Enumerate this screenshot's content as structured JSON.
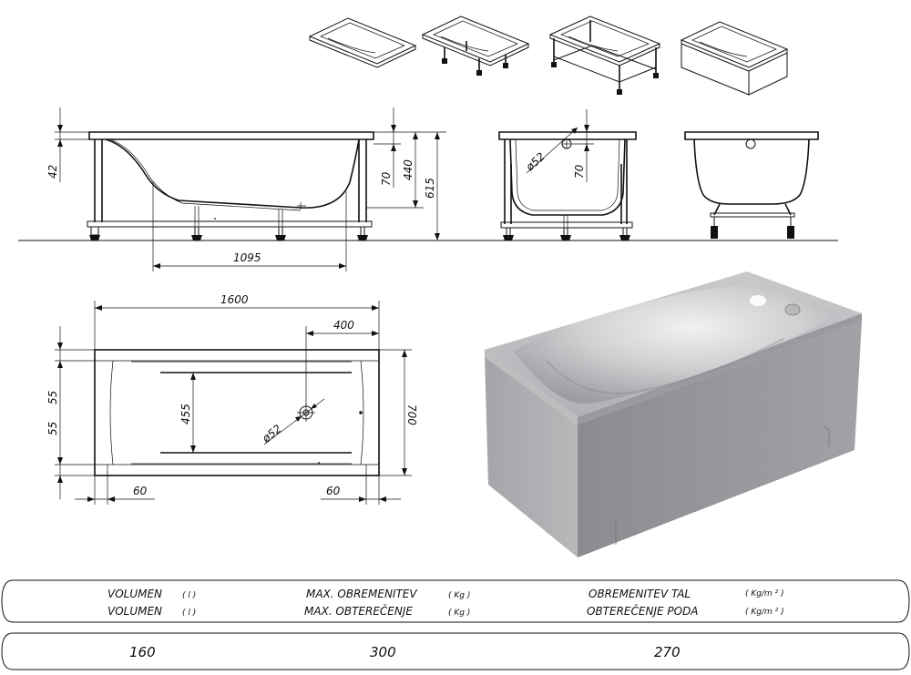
{
  "dimensions": {
    "length_total": "1600",
    "inner_length": "1095",
    "rim_height": "42",
    "overflow_height_side": "70",
    "depth": "440",
    "total_height": "615",
    "drain_diameter_end": "ø52",
    "overflow_height_end": "70",
    "drain_offset": "400",
    "inner_width": "455",
    "rim_side_top": "55",
    "rim_side_bottom": "55",
    "total_width": "700",
    "drain_diameter_plan": "ø52",
    "rim_end_left": "60",
    "rim_end_right": "60"
  },
  "specs_table": {
    "headers": [
      {
        "line1": "VOLUMEN",
        "line2": "VOLUMEN",
        "unit1": "( l )",
        "unit2": "( l )"
      },
      {
        "line1": "MAX. OBREMENITEV",
        "line2": "MAX. OBTEREČENJE",
        "unit1": "( Kg )",
        "unit2": "( Kg )"
      },
      {
        "line1": "OBREMENITEV TAL",
        "line2": "OBTEREČENJE PODA",
        "unit1": "( Kg/m ² )",
        "unit2": "( Kg/m ² )"
      }
    ],
    "values": [
      "160",
      "300",
      "270"
    ]
  },
  "colors": {
    "line": "#111111",
    "bath_light": "#d9d9dc",
    "bath_mid": "#a7a7ab",
    "bath_dark": "#85858a"
  }
}
